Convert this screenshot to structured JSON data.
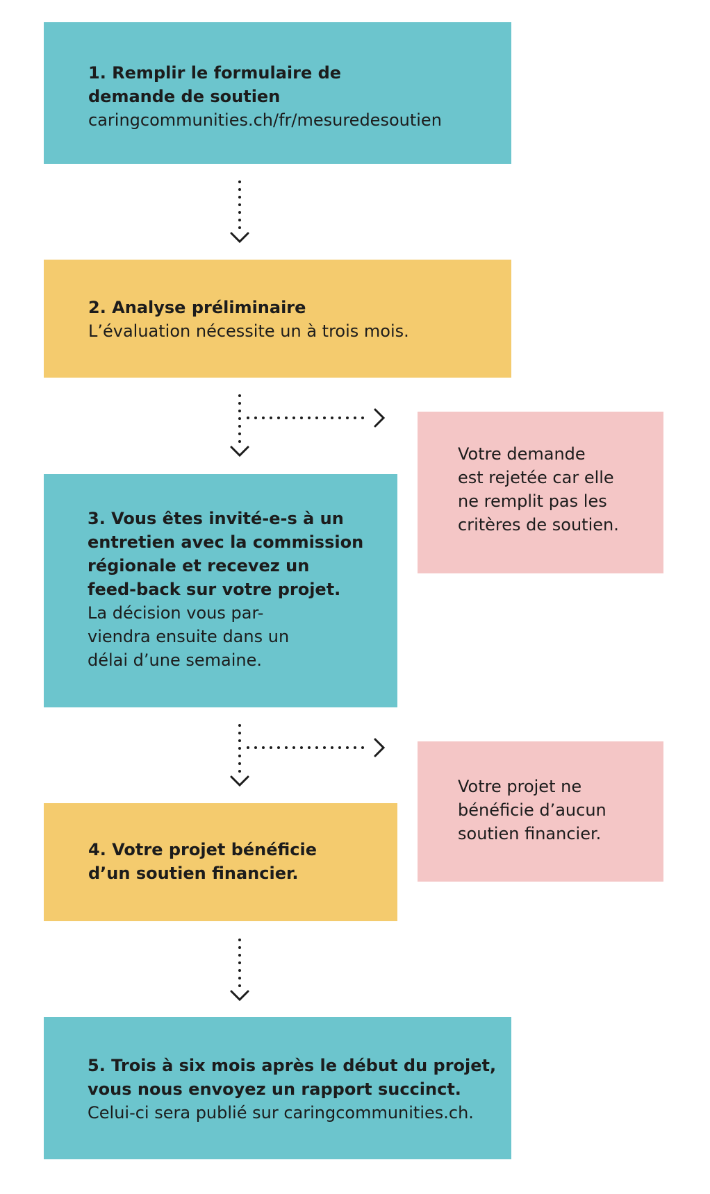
{
  "colors": {
    "teal": "#6cc5cd",
    "yellow": "#f4cb6e",
    "pink": "#f4c6c6",
    "text": "#1c1c1c",
    "arrow": "#1c1c1c"
  },
  "steps": [
    {
      "bold": [
        "1. Remplir le formulaire de",
        "demande de soutien"
      ],
      "regular": [
        "caringcommunities.ch/fr/mesuredesoutien"
      ]
    },
    {
      "bold": [
        "2. Analyse préliminaire"
      ],
      "regular": [
        "L’évaluation nécessite un à trois mois."
      ]
    },
    {
      "bold": [
        "3. Vous êtes invité-e-s à un",
        "entretien avec la commission",
        "régionale et recevez un",
        "feed-back sur votre projet."
      ],
      "regular": [
        "La décision vous par-",
        "viendra ensuite dans un",
        "délai d’une semaine."
      ]
    },
    {
      "bold": [
        "4. Votre projet bénéficie",
        "d’un soutien financier."
      ],
      "regular": []
    },
    {
      "bold": [
        "5. Trois à six mois après le début du projet,",
        "vous nous envoyez un rapport succinct."
      ],
      "regular": [
        "Celui-ci sera publié sur caringcommunities.ch."
      ]
    }
  ],
  "outcomes": [
    {
      "lines": [
        "Votre demande",
        "est rejetée car elle",
        "ne remplit pas les",
        "critères de soutien."
      ]
    },
    {
      "lines": [
        "Votre projet ne",
        "bénéficie d’aucun",
        "soutien financier."
      ]
    }
  ]
}
